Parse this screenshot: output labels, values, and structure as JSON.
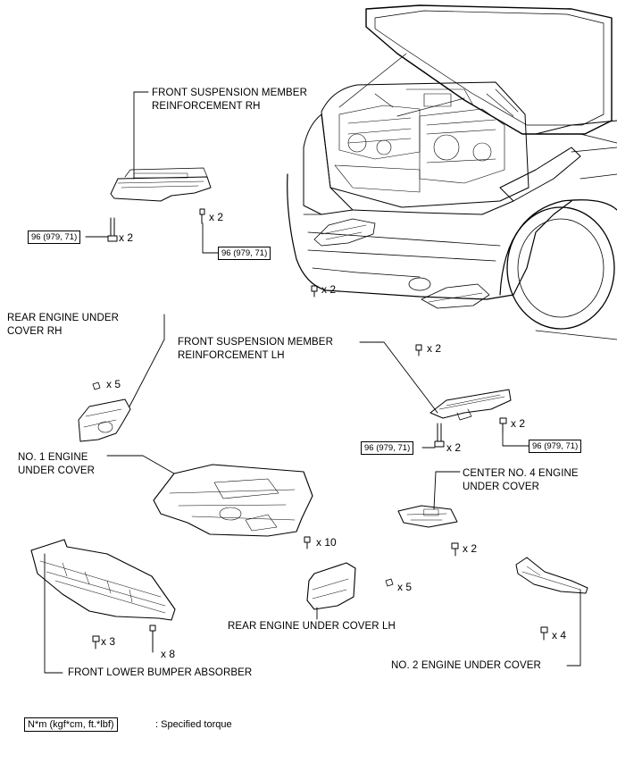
{
  "labels": {
    "fsm_rh": "FRONT SUSPENSION MEMBER\nREINFORCEMENT RH",
    "rear_rh": "REAR ENGINE UNDER\nCOVER RH",
    "fsm_lh": "FRONT SUSPENSION MEMBER\nREINFORCEMENT LH",
    "no1": "NO. 1 ENGINE\nUNDER COVER",
    "center4": "CENTER NO. 4 ENGINE\nUNDER COVER",
    "rear_lh": "REAR ENGINE UNDER COVER LH",
    "front_bumper": "FRONT LOWER BUMPER ABSORBER",
    "no2": "NO. 2 ENGINE UNDER COVER"
  },
  "torques": {
    "rh_left": "96 (979, 71)",
    "rh_right": "96 (979, 71)",
    "lh_left": "96 (979, 71)",
    "lh_right": "96 (979, 71)"
  },
  "quantities": {
    "rh_left": "x 2",
    "rh_right": "x 2",
    "car_left": "x 2",
    "car_right": "x 2",
    "rear_rh": "x 5",
    "lh_right": "x 2",
    "lh_left": "x 2",
    "no1": "x 10",
    "center4": "x 2",
    "rear_lh": "x 5",
    "bumper_3": "x 3",
    "bumper_8": "x 8",
    "no2": "x 4"
  },
  "legend": {
    "unit": "N*m (kgf*cm, ft.*lbf)",
    "text": ": Specified torque"
  }
}
